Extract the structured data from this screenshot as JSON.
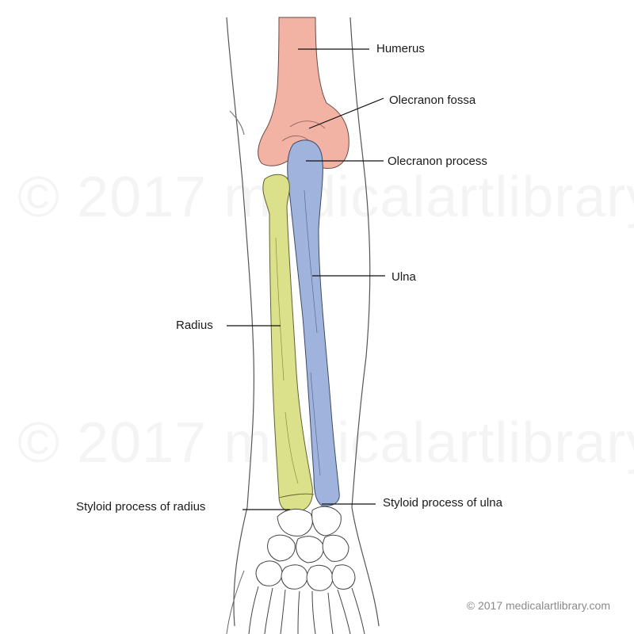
{
  "labels": {
    "humerus": "Humerus",
    "olecranon_fossa": "Olecranon fossa",
    "olecranon_process": "Olecranon process",
    "ulna": "Ulna",
    "radius": "Radius",
    "styloid_radius": "Styloid process of radius",
    "styloid_ulna": "Styloid process of ulna"
  },
  "watermark": {
    "text": "© 2017 medicalartlibrary"
  },
  "copyright": "© 2017 medicalartlibrary.com",
  "colors": {
    "humerus": "#f2b3a5",
    "radius": "#dbe08a",
    "ulna": "#9fb3dd",
    "outline": "#333333",
    "leader": "#111111"
  }
}
